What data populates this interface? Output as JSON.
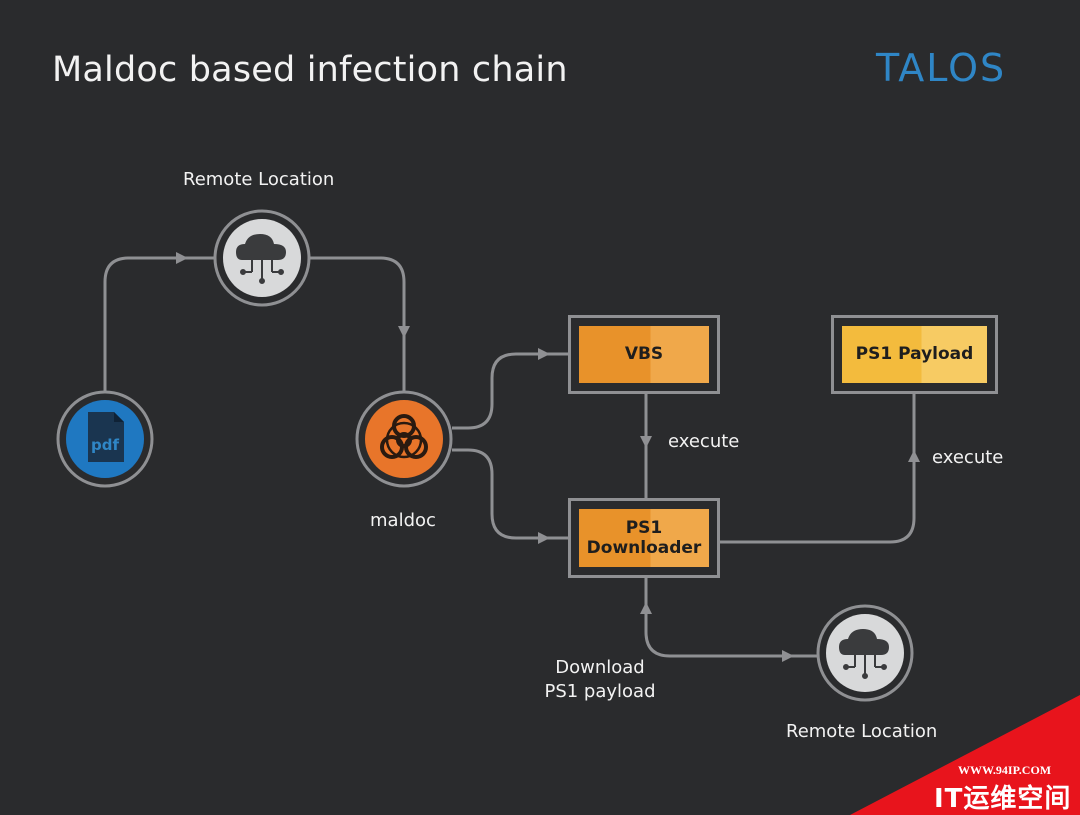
{
  "slide": {
    "title": "Maldoc based infection chain",
    "logo": "TALOS"
  },
  "nodes": {
    "pdf": {
      "icon": "pdf-file-icon",
      "text": "pdf"
    },
    "remote_top": {
      "label": "Remote Location",
      "icon": "cloud-network-icon"
    },
    "maldoc": {
      "label": "maldoc",
      "icon": "biohazard-icon"
    },
    "vbs": {
      "label": "VBS"
    },
    "ps1_downloader": {
      "label": "PS1\nDownloader"
    },
    "ps1_payload": {
      "label": "PS1 Payload"
    },
    "remote_bottom": {
      "label": "Remote Location",
      "icon": "cloud-network-icon"
    }
  },
  "edges": {
    "execute_vbs": "execute",
    "execute_payload": "execute",
    "download": "Download\nPS1 payload"
  },
  "colors": {
    "background": "#2a2b2d",
    "connector": "#8f9093",
    "pdf_blue": "#1f78c1",
    "maldoc_orange": "#e8752a",
    "box_orange": "#e8922a",
    "box_yellow": "#f3bb3d",
    "logo_blue": "#2f86c6",
    "watermark_red": "#e8141c"
  },
  "watermark": {
    "url": "WWW.94IP.COM",
    "text": "IT运维空间"
  }
}
